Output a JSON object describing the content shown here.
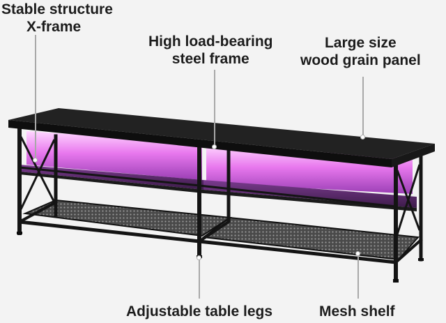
{
  "callouts": {
    "stable_structure": {
      "line1": "Stable structure",
      "line2": "X-frame"
    },
    "steel_frame": {
      "line1": "High load-bearing",
      "line2": "steel frame"
    },
    "wood_panel": {
      "line1": "Large size",
      "line2": "wood grain panel"
    },
    "table_legs": {
      "line1": "Adjustable table legs"
    },
    "mesh_shelf": {
      "line1": "Mesh shelf"
    }
  },
  "colors": {
    "background": "#f3f3f3",
    "frame": "#141414",
    "tabletop": "#1e1e1e",
    "led_glow": "#e070e8",
    "shelf": "#5a2a6a",
    "leader_line": "#a8a8a8"
  }
}
